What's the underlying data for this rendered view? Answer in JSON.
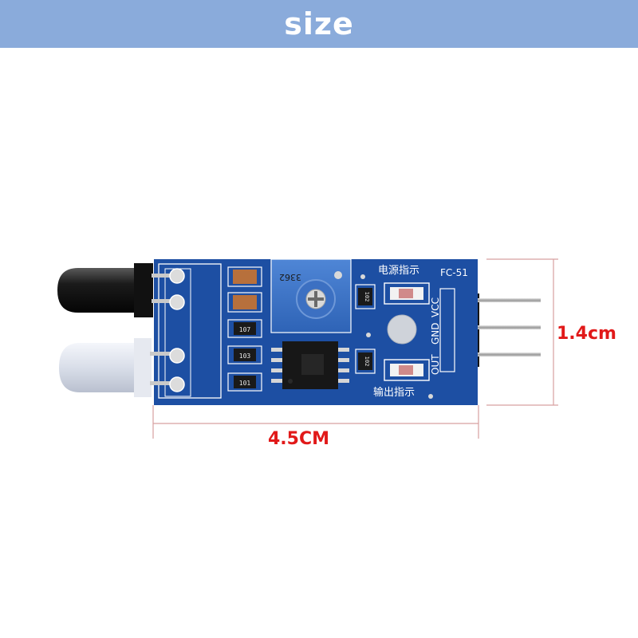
{
  "header": {
    "title": "size"
  },
  "dimensions": {
    "width_label": "4.5CM",
    "height_label": "1.4cm"
  },
  "board": {
    "model": "FC-51",
    "top_led_label": "电源指示",
    "bottom_led_label": "输出指示",
    "pin_labels": [
      "OUT",
      "GND",
      "VCC"
    ],
    "potentiometer_marking": "3362",
    "resistor_labels": [
      "107",
      "103",
      "101",
      "102",
      "102"
    ]
  },
  "colors": {
    "banner": "#8aabdb",
    "pcb": "#1d4fa3",
    "dimension": "#e11919"
  }
}
